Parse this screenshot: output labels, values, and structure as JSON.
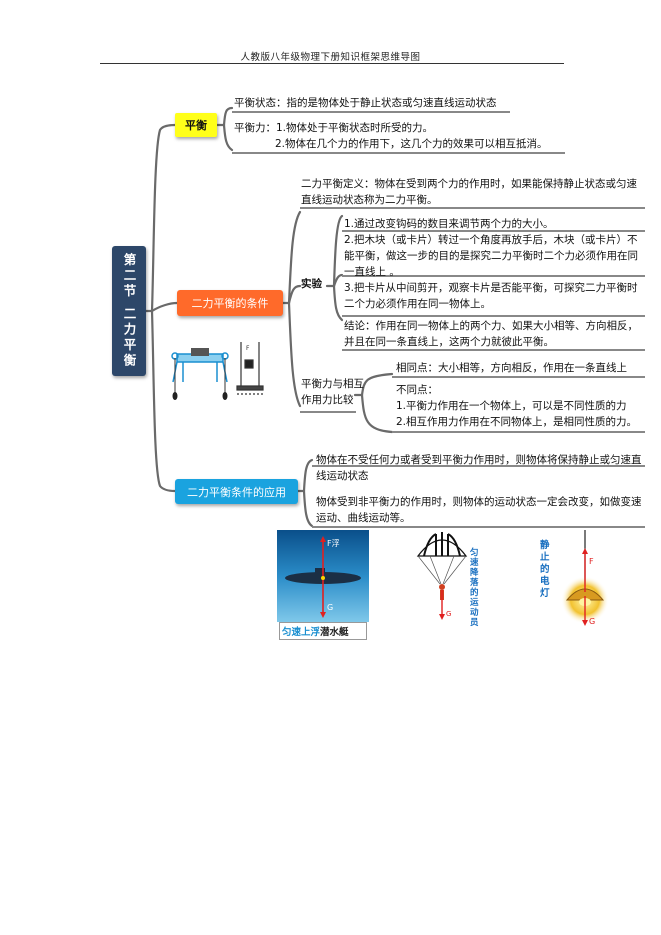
{
  "header": {
    "title": "人教版八年级物理下册知识框架思维导图"
  },
  "root": {
    "label": "第二节 二力平衡"
  },
  "branch_balance": {
    "label": "平衡",
    "state": "平衡状态：指的是物体处于静止状态或匀速直线运动状态",
    "force_line1": "平衡力：1.物体处于平衡状态时所受的力。",
    "force_line2": "2.物体在几个力的作用下，这几个力的效果可以相互抵消。"
  },
  "branch_conditions": {
    "label": "二力平衡的条件",
    "definition": "二力平衡定义：物体在受到两个力的作用时，如果能保持静止状态或匀速直线运动状态称为二力平衡。",
    "experiment_label": "实验",
    "experiment_steps": [
      "1.通过改变钩码的数目来调节两个力的大小。",
      "2.把木块（或卡片）转过一个角度再放手后，木块（或卡片）不能平衡，做这一步的目的是探究二力平衡时二个力必须作用在同一直线上 。",
      "3.把卡片从中间剪开，观察卡片是否能平衡，可探究二力平衡时二个力必须作用在同一物体上。"
    ],
    "conclusion": "结论：作用在同一物体上的两个力、如果大小相等、方向相反，并且在同一条直线上，这两个力就彼此平衡。",
    "compare_label": "平衡力与相互作用力比较",
    "same": "相同点：大小相等，方向相反，作用在一条直线上",
    "diff_title": "不同点：",
    "diff_1": "1.平衡力作用在一个物体上，可以是不同性质的力",
    "diff_2": "2.相互作用力作用在不同物体上，是相同性质的力。"
  },
  "branch_application": {
    "label": "二力平衡条件的应用",
    "item1": "物体在不受任何力或者受到平衡力作用时，则物体将保持静止或匀速直线运动状态",
    "item2": "物体受到非平衡力的作用时，则物体的运动状态一定会改变，如做变速运动、曲线运动等。"
  },
  "figures": {
    "submarine_caption_a": "匀速上浮",
    "submarine_caption_b": "潜水艇",
    "submarine_force_up": "F浮",
    "submarine_force_down": "G",
    "parachute_caption": "匀速降落的运动员",
    "parachute_force": "G",
    "lamp_caption": "静止的电灯",
    "lamp_force_up": "F",
    "lamp_force_down": "G"
  },
  "colors": {
    "root": "#2d4769",
    "balance": "#ffff1a",
    "conditions": "#ff6a2a",
    "application": "#1aa3df"
  }
}
